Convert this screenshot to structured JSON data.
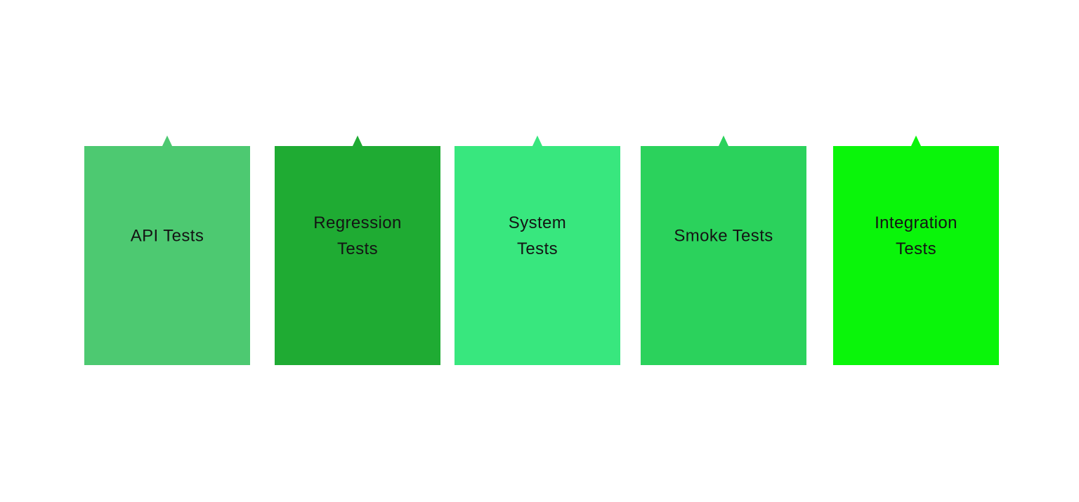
{
  "styles": {
    "background": "#FFFFFF",
    "text_color": "#141414"
  },
  "cards": [
    {
      "label": "API Tests",
      "color": "#4DC971"
    },
    {
      "label": "Regression\nTests",
      "color": "#1FAB33"
    },
    {
      "label": "System\nTests",
      "color": "#38E77E"
    },
    {
      "label": "Smoke Tests",
      "color": "#2BD25C"
    },
    {
      "label": "Integration\nTests",
      "color": "#0AF50A"
    }
  ]
}
